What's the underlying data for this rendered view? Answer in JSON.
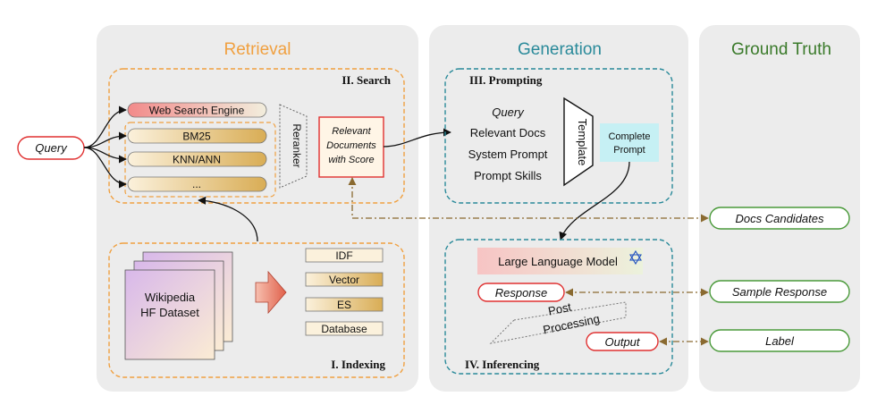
{
  "panels": {
    "retrieval": "Retrieval",
    "generation": "Generation",
    "ground_truth": "Ground Truth"
  },
  "colors": {
    "panel_bg": "#ececec",
    "retrieval_title": "#f0a040",
    "generation_title": "#2a8a9a",
    "ground_truth_title": "#3a7a2a",
    "orange_dash": "#f0a040",
    "teal_dash": "#2a8a9a",
    "red": "#e03030",
    "green": "#4a9a3a",
    "brown_arrow": "#8a6a30"
  },
  "search": {
    "title": "II. Search",
    "engines": [
      "Web Search Engine",
      "BM25",
      "KNN/ANN",
      "..."
    ],
    "reranker": "Reranker",
    "relevant_line1": "Relevant",
    "relevant_line2": "Documents",
    "relevant_line3": "with Score"
  },
  "indexing": {
    "title": "I. Indexing",
    "dataset_line1": "Wikipedia",
    "dataset_line2": "HF Dataset",
    "index_items": [
      "IDF",
      "Vector",
      "ES",
      "Database"
    ]
  },
  "query": "Query",
  "prompting": {
    "title": "III. Prompting",
    "items": [
      "Query",
      "Relevant Docs",
      "System Prompt",
      "Prompt Skills"
    ],
    "template": "Template",
    "complete_line1": "Complete",
    "complete_line2": "Prompt"
  },
  "inferencing": {
    "title": "IV. Inferencing",
    "llm": "Large Language Model",
    "response": "Response",
    "post_line1": "Post",
    "post_line2": "Processing",
    "output": "Output"
  },
  "ground_truth": {
    "docs_candidates": "Docs Candidates",
    "sample_response": "Sample Response",
    "label": "Label"
  }
}
